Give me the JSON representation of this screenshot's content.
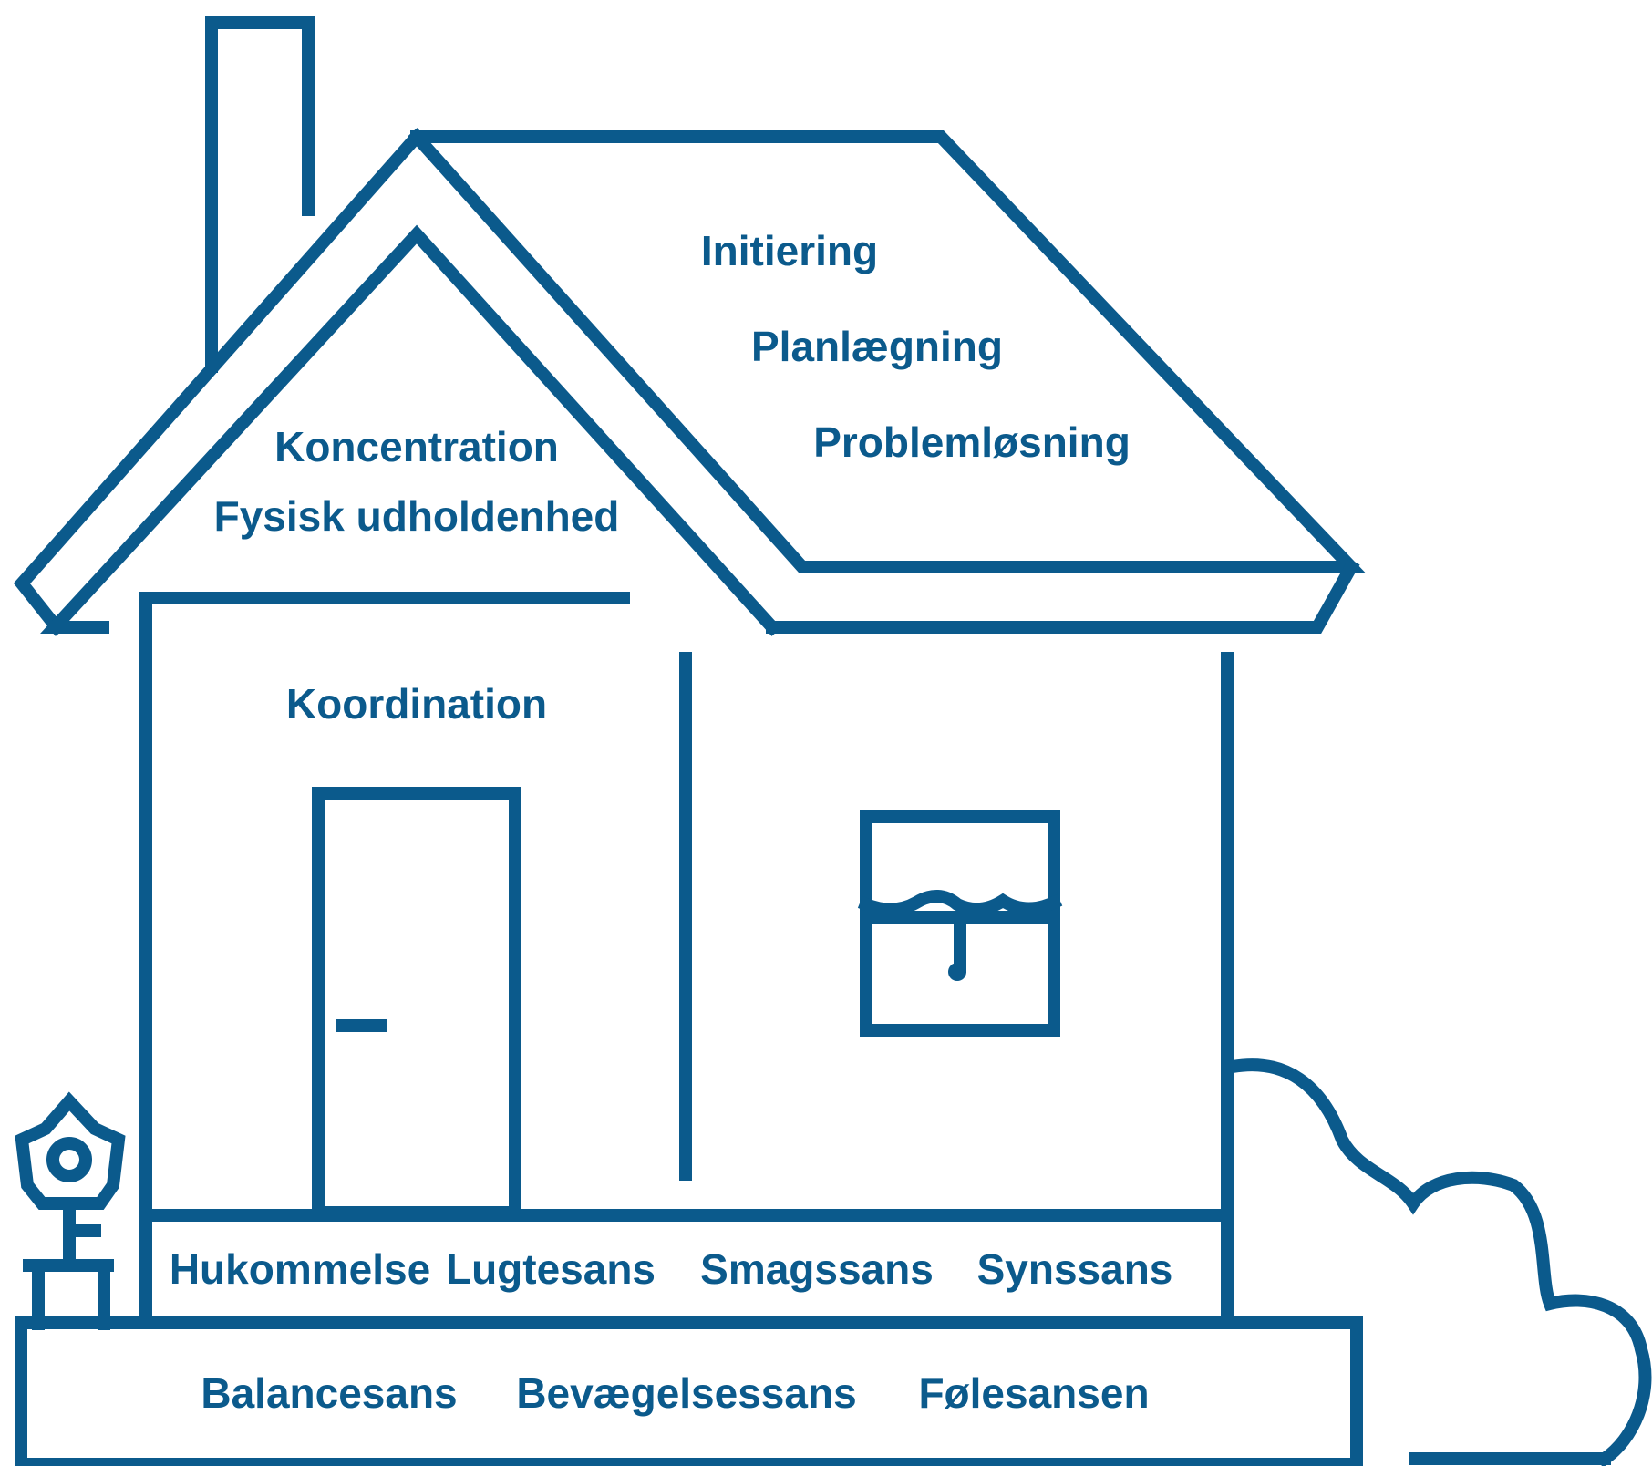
{
  "colors": {
    "line": "#0b5a8c",
    "background": "#ffffff"
  },
  "labels": {
    "roof": [
      "Initiering",
      "Planlægning",
      "Problemløsning"
    ],
    "gable": [
      "Koncentration",
      "Fysisk udholdenhed"
    ],
    "wall": "Koordination",
    "floor": [
      "Hukommelse",
      "Lugtesans",
      "Smagssans",
      "Synssans"
    ],
    "foundation": [
      "Balancesans",
      "Bevægelsessans",
      "Følesansen"
    ]
  },
  "icons": {
    "door_handle": "door-handle-icon",
    "flower": "flower-pot-icon",
    "bush": "bush-icon",
    "window": "window-icon",
    "chimney": "chimney-icon"
  }
}
